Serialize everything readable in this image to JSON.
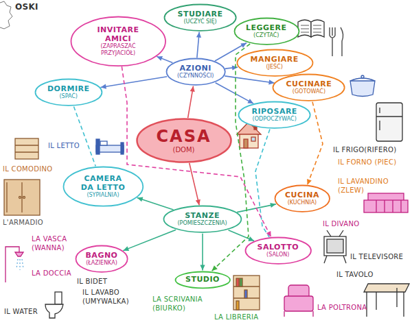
{
  "diagram": {
    "nodes": [
      {
        "text": [
          "CASA",
          "(DOM)"
        ]
      },
      {
        "text": [
          "AZIONI",
          "(CZYNNOŚCI)"
        ]
      },
      {
        "text": [
          "STANZE",
          "(POMIESZCZENIA)"
        ]
      },
      {
        "text": [
          "INVITARE AMICI",
          "(ZAPRASZAĆ PRZYJACIÓŁ)"
        ]
      },
      {
        "text": [
          "STUDIARE",
          "(UCZYĆ SIĘ)"
        ]
      },
      {
        "text": [
          "LEGGERE",
          "(CZYTAĆ)"
        ]
      },
      {
        "text": [
          "MANGIARE",
          "(JEŚĆ)"
        ]
      },
      {
        "text": [
          "CUCINARE",
          "(GOTOWAĆ)"
        ]
      },
      {
        "text": [
          "DORMIRE",
          "(SPAĆ)"
        ]
      },
      {
        "text": [
          "RIPOSARE",
          "(ODPOCZYWAĆ)"
        ]
      },
      {
        "text": [
          "CAMERA DA LETTO",
          "(SYPIALNIA)"
        ]
      },
      {
        "text": [
          "CUCINA",
          "(KUCHNIA)"
        ]
      },
      {
        "text": [
          "BAGNO",
          "(ŁAZIENKA)"
        ]
      },
      {
        "text": [
          "SALOTTO",
          "(SALON)"
        ]
      },
      {
        "text": [
          "STUDIO"
        ]
      }
    ],
    "edges": [
      {
        "from": 0,
        "to": 1,
        "arrow": "to"
      },
      {
        "from": 0,
        "to": 2,
        "arrow": "to"
      },
      {
        "from": 1,
        "to": 3,
        "arrow": "to"
      },
      {
        "from": 1,
        "to": 4,
        "arrow": "to"
      },
      {
        "from": 1,
        "to": 5,
        "arrow": "to"
      },
      {
        "from": 1,
        "to": 6,
        "arrow": "to"
      },
      {
        "from": 1,
        "to": 7,
        "arrow": "to"
      },
      {
        "from": 1,
        "to": 8,
        "arrow": "to"
      },
      {
        "from": 1,
        "to": 9,
        "arrow": "to"
      },
      {
        "from": 2,
        "to": 10,
        "arrow": "to"
      },
      {
        "from": 2,
        "to": 11,
        "arrow": "to"
      },
      {
        "from": 2,
        "to": 12,
        "arrow": "to"
      },
      {
        "from": 2,
        "to": 13,
        "arrow": "to"
      },
      {
        "from": 2,
        "to": 14,
        "arrow": "to"
      },
      {
        "from": 8,
        "to": 10,
        "arrow": "none"
      },
      {
        "from": 9,
        "to": 13,
        "arrow": "none"
      },
      {
        "from": 7,
        "to": 11,
        "arrow": "to"
      },
      {
        "from": 3,
        "to": 13,
        "arrow": "to"
      },
      {
        "from": 5,
        "to": 14,
        "arrow": "to"
      }
    ],
    "labels": [
      "OSKI",
      "IL LETTO",
      "IL COMODINO",
      "L'ARMADIO",
      "IL FRIGO(RIFERO)",
      "IL FORNO (PIEC)",
      "IL LAVANDINO (ZLEW)",
      "IL DIVANO",
      "IL TELEVISORE",
      "IL TAVOLO",
      "LA POLTRONA",
      "LA LIBRERIA",
      "LA SCRIVANIA (BIURKO)",
      "IL LAVABO (UMYWALKA)",
      "IL WATER",
      "IL BIDET",
      "LA DOCCIA",
      "LA VASCA (WANNA)"
    ]
  }
}
